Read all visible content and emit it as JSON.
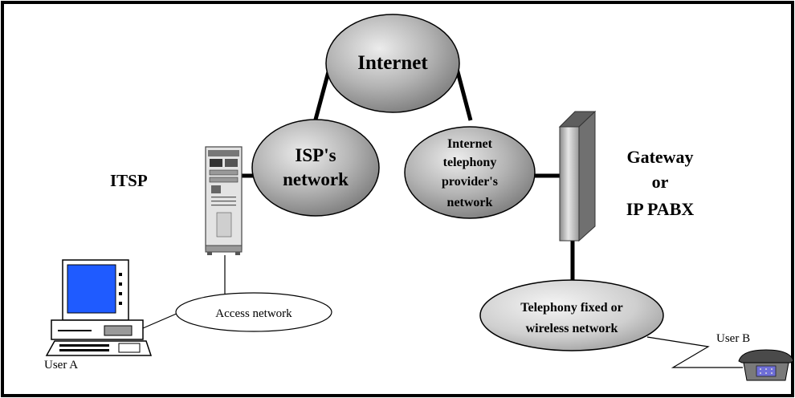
{
  "nodes": {
    "internet": "Internet",
    "isp_line1": "ISP's",
    "isp_line2": "network",
    "itp_line1": "Internet",
    "itp_line2": "telephony",
    "itp_line3": "provider's",
    "itp_line4": "network",
    "telephony_line1": "Telephony fixed or",
    "telephony_line2": "wireless network",
    "access_network": "Access network"
  },
  "labels": {
    "itsp": "ITSP",
    "gateway_line1": "Gateway",
    "gateway_line2": "or",
    "gateway_line3": "IP PABX",
    "user_a": "User A",
    "user_b": "User B"
  },
  "colors": {
    "ellipse_fill": "#b0b0b0",
    "monitor_screen": "#1f5bff",
    "frame": "#000000"
  },
  "icons": {
    "computer": "desktop-computer-icon",
    "server": "server-tower-icon",
    "gateway": "gateway-box-icon",
    "phone": "telephone-icon"
  }
}
